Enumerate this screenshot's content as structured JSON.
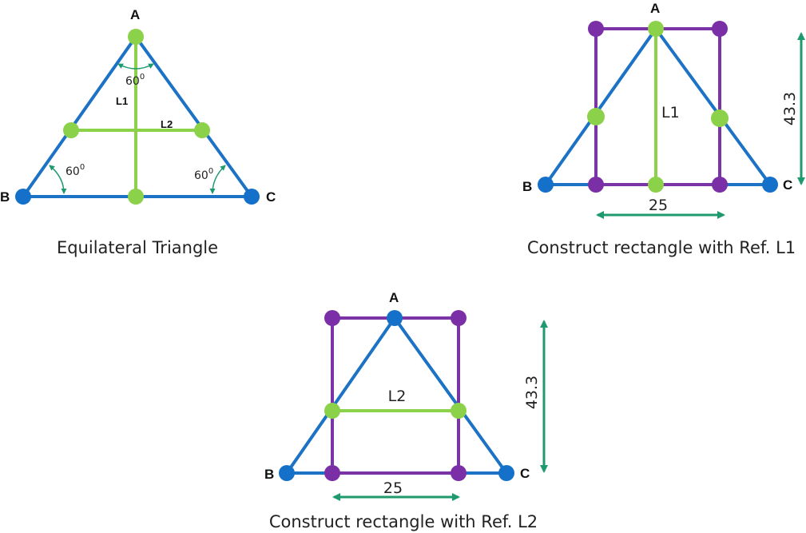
{
  "colors": {
    "triangle": "#1c72c4",
    "ref_line": "#8bd14a",
    "rectangle": "#7a34a6",
    "dimension": "#1f9a6e",
    "vertex_blue": "#1570c9",
    "vertex_purple": "#7a2fa6",
    "vertex_green": "#8bd14a"
  },
  "diagram1": {
    "caption": "Equilateral Triangle",
    "vertex_a": "A",
    "vertex_b": "B",
    "vertex_c": "C",
    "line1": "L1",
    "line2": "L2",
    "angle_top": "60",
    "angle_left": "60",
    "angle_right": "60",
    "angle_unit": "0"
  },
  "diagram2": {
    "caption": "Construct rectangle with Ref. L1",
    "vertex_a": "A",
    "vertex_b": "B",
    "vertex_c": "C",
    "line1": "L1",
    "width": "25",
    "height": "43.3"
  },
  "diagram3": {
    "caption": "Construct rectangle with Ref. L2",
    "vertex_a": "A",
    "vertex_b": "B",
    "vertex_c": "C",
    "line2": "L2",
    "width": "25",
    "height": "43.3"
  }
}
